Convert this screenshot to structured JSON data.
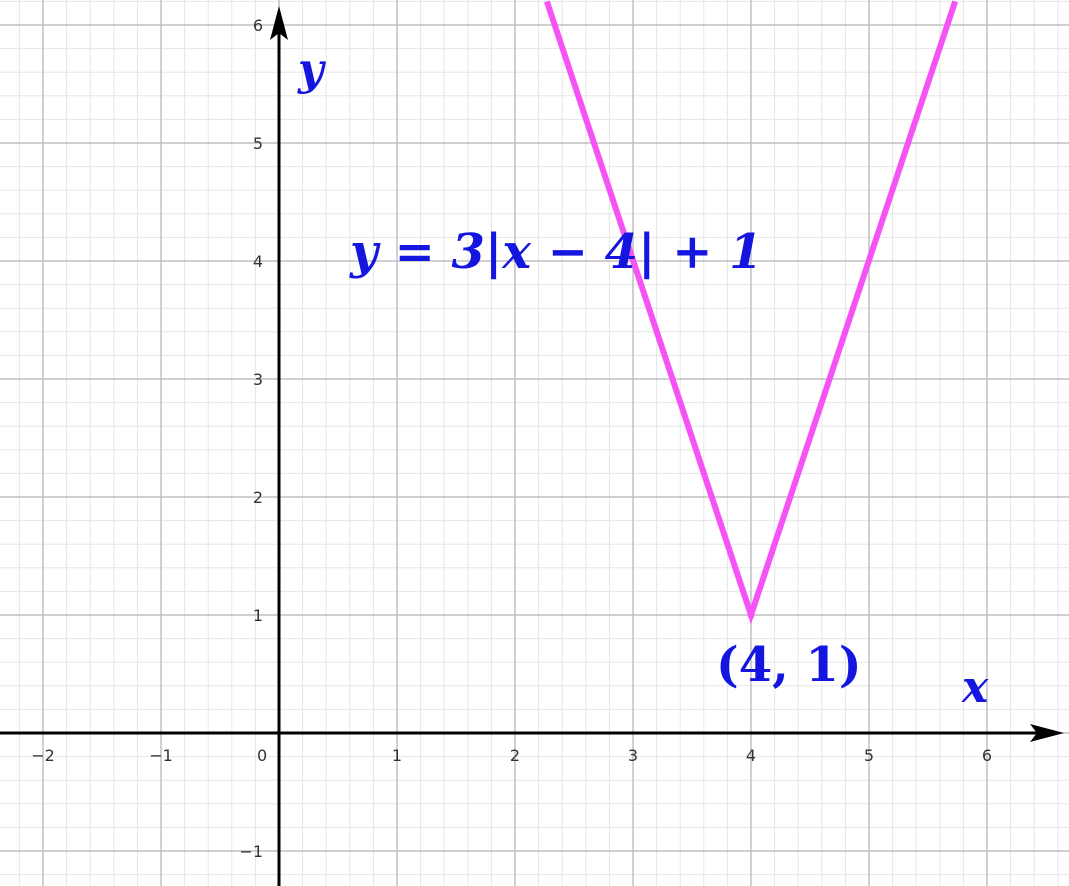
{
  "chart_data": {
    "type": "line",
    "title": "",
    "xlabel": "x",
    "ylabel": "y",
    "xlim": [
      -2.35,
      6.7
    ],
    "ylim": [
      -1.3,
      6.2
    ],
    "x_ticks": [
      {
        "value": -2,
        "label": "−2"
      },
      {
        "value": -1,
        "label": "−1"
      },
      {
        "value": 0,
        "label": "0"
      },
      {
        "value": 1,
        "label": "1"
      },
      {
        "value": 2,
        "label": "2"
      },
      {
        "value": 3,
        "label": "3"
      },
      {
        "value": 4,
        "label": "4"
      },
      {
        "value": 5,
        "label": "5"
      },
      {
        "value": 6,
        "label": "6"
      }
    ],
    "y_ticks": [
      {
        "value": -1,
        "label": "−1"
      },
      {
        "value": 1,
        "label": "1"
      },
      {
        "value": 2,
        "label": "2"
      },
      {
        "value": 3,
        "label": "3"
      },
      {
        "value": 4,
        "label": "4"
      },
      {
        "value": 5,
        "label": "5"
      },
      {
        "value": 6,
        "label": "6"
      }
    ],
    "grid": true,
    "minor_grid_step": 0.2,
    "series": [
      {
        "color": "#f553f5",
        "x": [
          2.27,
          4,
          5.73
        ],
        "y": [
          6.2,
          1,
          6.2
        ]
      }
    ],
    "annotations": {
      "equation": "y = 3|x − 4| + 1",
      "vertex_label": "(4, 1)"
    }
  },
  "colors": {
    "curve": "#f553f5",
    "label_text": "#1515e0",
    "axis": "#000000",
    "major_grid": "#c0c0c0",
    "minor_grid": "#e6e6e6"
  }
}
